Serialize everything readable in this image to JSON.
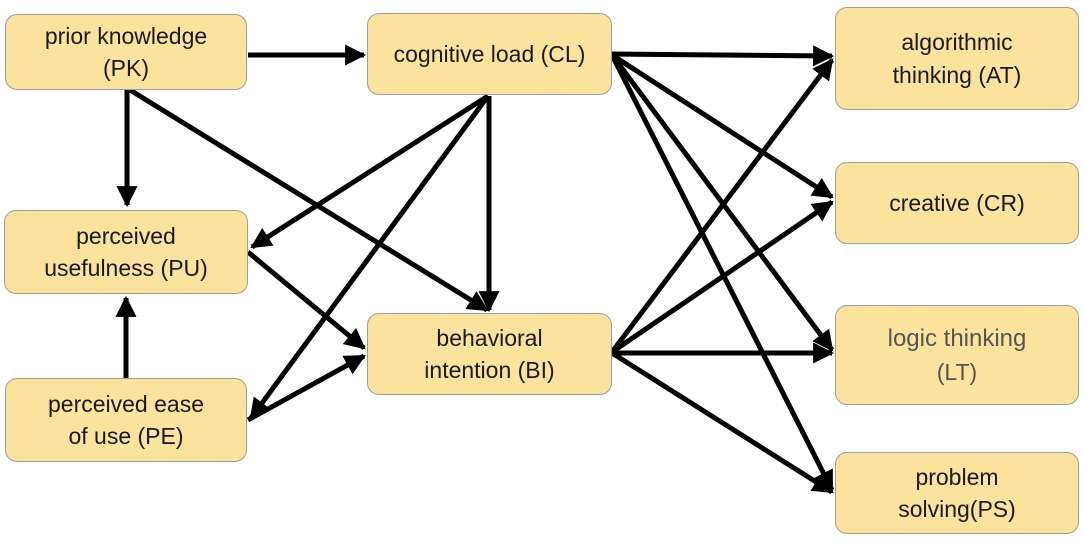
{
  "nodes": {
    "pk": {
      "lines": [
        "prior knowledge",
        "(PK)"
      ]
    },
    "cl": {
      "lines": [
        "cognitive load (CL)"
      ]
    },
    "pu": {
      "lines": [
        "perceived",
        "usefulness (PU)"
      ]
    },
    "bi": {
      "lines": [
        "behavioral",
        "intention (BI)"
      ]
    },
    "pe": {
      "lines": [
        "perceived ease",
        "of use (PE)"
      ]
    },
    "at": {
      "lines": [
        "algorithmic",
        "thinking (AT)"
      ]
    },
    "cr": {
      "lines": [
        "creative (CR)"
      ]
    },
    "lt": {
      "lines": [
        "logic thinking",
        "(LT)"
      ]
    },
    "ps": {
      "lines": [
        "problem",
        "solving(PS)"
      ]
    }
  },
  "edges": [
    {
      "from": "PK",
      "to": "CL"
    },
    {
      "from": "PK",
      "to": "PU"
    },
    {
      "from": "PK",
      "to": "BI"
    },
    {
      "from": "PE",
      "to": "PU"
    },
    {
      "from": "PU",
      "to": "BI"
    },
    {
      "from": "PE",
      "to": "BI"
    },
    {
      "from": "CL",
      "to": "PU"
    },
    {
      "from": "CL",
      "to": "PE"
    },
    {
      "from": "CL",
      "to": "BI"
    },
    {
      "from": "CL",
      "to": "AT"
    },
    {
      "from": "CL",
      "to": "CR"
    },
    {
      "from": "CL",
      "to": "LT"
    },
    {
      "from": "CL",
      "to": "PS"
    },
    {
      "from": "BI",
      "to": "AT"
    },
    {
      "from": "BI",
      "to": "CR"
    },
    {
      "from": "BI",
      "to": "LT"
    },
    {
      "from": "BI",
      "to": "PS"
    }
  ],
  "colors": {
    "node_fill": "#fbe29d",
    "node_border": "#9d9d9d",
    "arrow": "#000000"
  }
}
